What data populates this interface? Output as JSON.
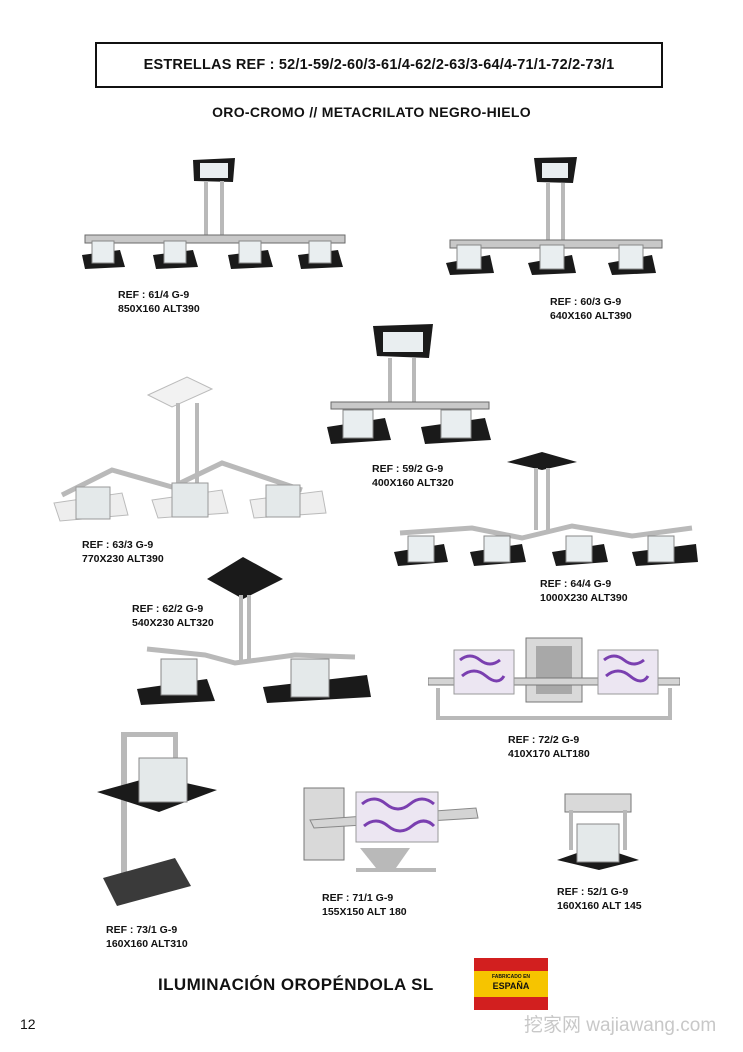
{
  "header": {
    "title": "ESTRELLAS REF : 52/1-59/2-60/3-61/4-62/2-63/3-64/4-71/1-72/2-73/1",
    "subtitle": "ORO-CROMO // METACRILATO NEGRO-HIELO"
  },
  "products": [
    {
      "ref": "REF : 61/4 G-9",
      "dims": "850X160 ALT390"
    },
    {
      "ref": "REF : 60/3 G-9",
      "dims": "640X160 ALT390"
    },
    {
      "ref": "REF : 59/2 G-9",
      "dims": "400X160 ALT320"
    },
    {
      "ref": "REF : 63/3 G-9",
      "dims": "770X230 ALT390"
    },
    {
      "ref": "REF : 64/4 G-9",
      "dims": "1000X230 ALT390"
    },
    {
      "ref": "REF : 62/2 G-9",
      "dims": "540X230 ALT320"
    },
    {
      "ref": "REF : 72/2 G-9",
      "dims": "410X170 ALT180"
    },
    {
      "ref": "REF : 73/1 G-9",
      "dims": "160X160 ALT310"
    },
    {
      "ref": "REF : 71/1 G-9",
      "dims": "155X150 ALT 180"
    },
    {
      "ref": "REF : 52/1 G-9",
      "dims": "160X160 ALT 145"
    }
  ],
  "footer": {
    "company": "ILUMINACIÓN OROPÉNDOLA SL",
    "badge_top": "FABRICADO EN",
    "badge_main": "ESPAÑA",
    "page_number": "12",
    "watermark": "挖家网 wajiawang.com"
  },
  "colors": {
    "chrome": "#b9b9b9",
    "chrome_dark": "#6a6a6a",
    "black_acrylic": "#1a1a1a",
    "ice": "#e9eef0",
    "purple": "#7a3fb0",
    "flag_red": "#d21f1f",
    "flag_yellow": "#f6c400"
  }
}
